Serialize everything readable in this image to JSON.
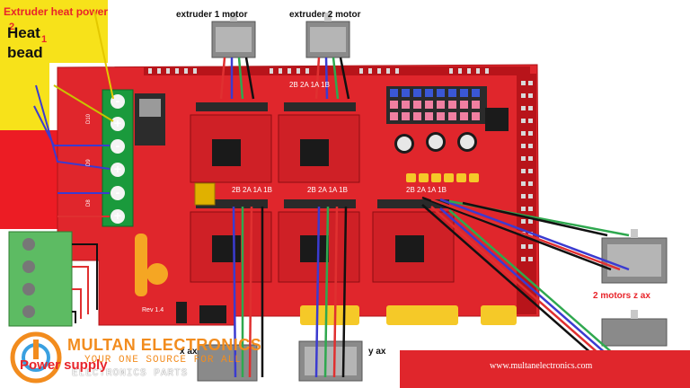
{
  "labels": {
    "extruder_heat_power": "Extruder heat power",
    "num_1": "1",
    "num_2": "2",
    "heat_bed": "Heat\nbead",
    "extruder_1_motor": "extruder 1 motor",
    "extruder_2_motor": "extruder 2 motor",
    "two_motors_z": "2 motors z ax",
    "y_ax": "y ax",
    "x_ax": "x ax",
    "power_supply": "Power supply"
  },
  "terminals": [
    "-",
    "+",
    "-",
    "+",
    "-",
    "+"
  ],
  "board_marks": {
    "driver_pins": "2B 2A 1A 1B",
    "rev": "Rev 1.4",
    "d10": "D10",
    "d9": "D9",
    "d8": "D8"
  },
  "branding": {
    "name": "MULTAN ELECTRONICS",
    "tagline_1": "YOUR ONE SOURCE FOR ALL",
    "tagline_2": "ELECTRONICS PARTS",
    "website": "www.multanelectronics.com"
  },
  "colors": {
    "board": "#e0262c",
    "label_yellow": "#f7e21a",
    "label_red": "#ec1c24",
    "terminal_green": "#1a9a3c",
    "brand_orange": "#f28c1e"
  }
}
